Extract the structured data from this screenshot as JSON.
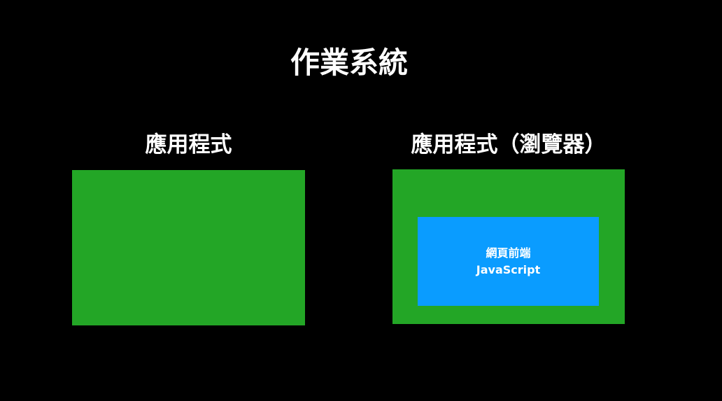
{
  "title": "作業系統",
  "left": {
    "label": "應用程式"
  },
  "right": {
    "label": "應用程式（瀏覽器）",
    "inner": {
      "line1": "網頁前端",
      "line2": "JavaScript"
    }
  },
  "colors": {
    "background": "#000000",
    "app_box": "#23a626",
    "frontend_box": "#0a9cff",
    "text": "#ffffff"
  }
}
